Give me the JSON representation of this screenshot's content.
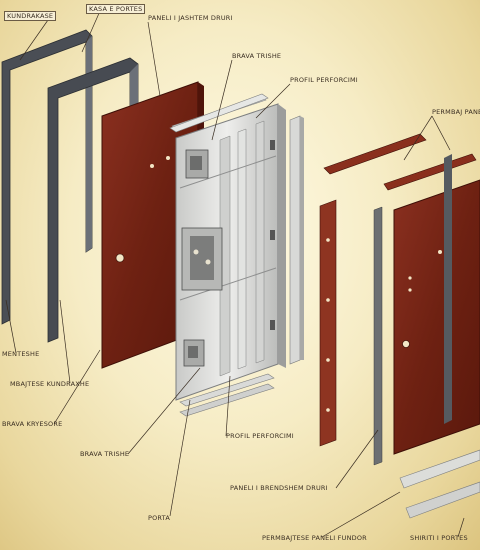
{
  "labels": {
    "kundraxhe": "KUNDRAKASE",
    "kasa_e_portes": "KASA E PORTES",
    "paneli_i_jashtem": "PANELI I JASHTEM DRURI",
    "brava_trishe_top": "BRAVA TRISHE",
    "profil_perforcimi_top": "PROFIL PERFORCIMI",
    "permbajtesi_panelit": "PERMBAJ PANELI",
    "menteshe": "MENTESHE",
    "mbajtese_kundraxhe": "MBAJTESE KUNDRAXHE",
    "brava_kryesore": "BRAVA KRYESORE",
    "brava_trishe_bottom": "BRAVA TRISHE",
    "profil_perforcimi_bottom": "PROFIL PERFORCIMI",
    "paneli_brendshem": "PANELI I BRENDSHEM DRURI",
    "porta": "PORTA",
    "permbajtese_panelit_fundor": "PERMBAJTESE PANELI FUNDOR",
    "shiriti_portes": "SHIRITI I PORTES"
  },
  "colors": {
    "wood": "#7a2616",
    "wood_dark": "#4f140a",
    "metal": "#d9dad8",
    "frame": "#4a4e55"
  }
}
